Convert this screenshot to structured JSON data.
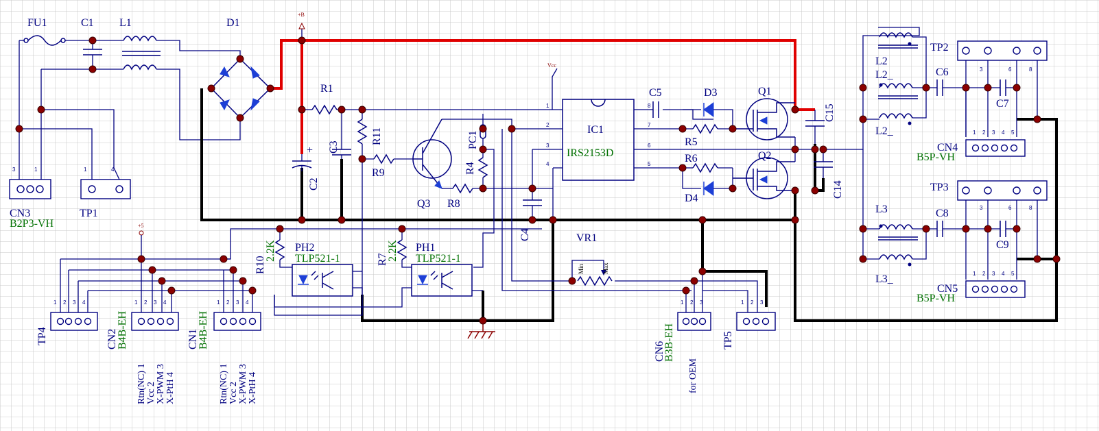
{
  "colors": {
    "grid": "#c8c8c8",
    "wire": "#000080",
    "ground_bus": "#000000",
    "hv_bus": "#e00000",
    "junction": "#8b0000",
    "value_text": "#007000",
    "ref_text": "#000080",
    "diode_fill": "#1d3fd6",
    "ground_symbol": "#8b0000"
  },
  "labels": {
    "fu1": "FU1",
    "c1": "C1",
    "l1": "L1",
    "d1": "D1",
    "plus_b": "+B",
    "r1": "R1",
    "c3": "C3",
    "r11": "R11",
    "r9": "R9",
    "q3": "Q3",
    "pc1": "PC1",
    "r4": "R4",
    "r8": "R8",
    "c2": "C2",
    "c2_plus": "+",
    "vcc": "Vcc",
    "ic1": "IC1",
    "ic1_part": "IRS2153D",
    "c4": "C4",
    "c5": "C5",
    "d3": "D3",
    "q1": "Q1",
    "r5": "R5",
    "r6": "R6",
    "q2": "Q2",
    "d4": "D4",
    "c15": "C15",
    "c14": "C14",
    "vr1": "VR1",
    "vr_min": "Min",
    "vr_max": "Max",
    "l2a": "L2",
    "l2b": "L2_",
    "l2c": "L2_",
    "c6": "C6",
    "c7": "C7",
    "tp2": "TP2",
    "cn4": "CN4",
    "cn4_part": "B5P-VH",
    "l3a": "L3",
    "l3b": "L3_",
    "c8": "C8",
    "c9": "C9",
    "tp3": "TP3",
    "cn5": "CN5",
    "cn5_part": "B5P-VH",
    "cn3": "CN3",
    "cn3_part": "B2P3-VH",
    "tp1": "TP1",
    "plus5": "+5",
    "tp4": "TP4",
    "cn2": "CN2",
    "cn2_part": "B4B-EH",
    "cn1": "CN1",
    "cn1_part": "B4B-EH",
    "r10": "R10",
    "r10_val": "2.2K",
    "ph2": "PH2",
    "ph2_part": "TLP521-1",
    "r7": "R7",
    "r7_val": "2.2K",
    "ph1": "PH1",
    "ph1_part": "TLP521-1",
    "cn6": "CN6",
    "cn6_part": "B3B-EH",
    "tp5": "TP5",
    "for_oem": "for OEM"
  },
  "signal_labels": {
    "cn2": [
      "Rtn(NC) 1",
      "Vcc 2",
      "X-PWM 3",
      "X-PtH 4"
    ],
    "cn1": [
      "Rtn(NC) 1",
      "Vcc 2",
      "X-PWM 3",
      "X-PtH 4"
    ]
  },
  "pin_numbers": {
    "cn3": [
      "3",
      "1"
    ],
    "tp1": [
      "1",
      "4"
    ],
    "tp4": [
      "1",
      "2",
      "3",
      "4"
    ],
    "cn2": [
      "1",
      "2",
      "3",
      "4"
    ],
    "cn1": [
      "1",
      "2",
      "3",
      "4"
    ],
    "cn6": [
      "1",
      "2",
      "3"
    ],
    "tp5": [
      "1",
      "2",
      "3"
    ],
    "ic1": [
      "1",
      "2",
      "3",
      "4",
      "8",
      "7",
      "6",
      "5"
    ],
    "cn4": [
      "1",
      "2",
      "3",
      "4",
      "5"
    ],
    "tp2": [
      "3",
      "6",
      "8"
    ],
    "cn5": [
      "1",
      "2",
      "3",
      "4",
      "5"
    ],
    "tp3": [
      "3",
      "6",
      "8"
    ]
  }
}
